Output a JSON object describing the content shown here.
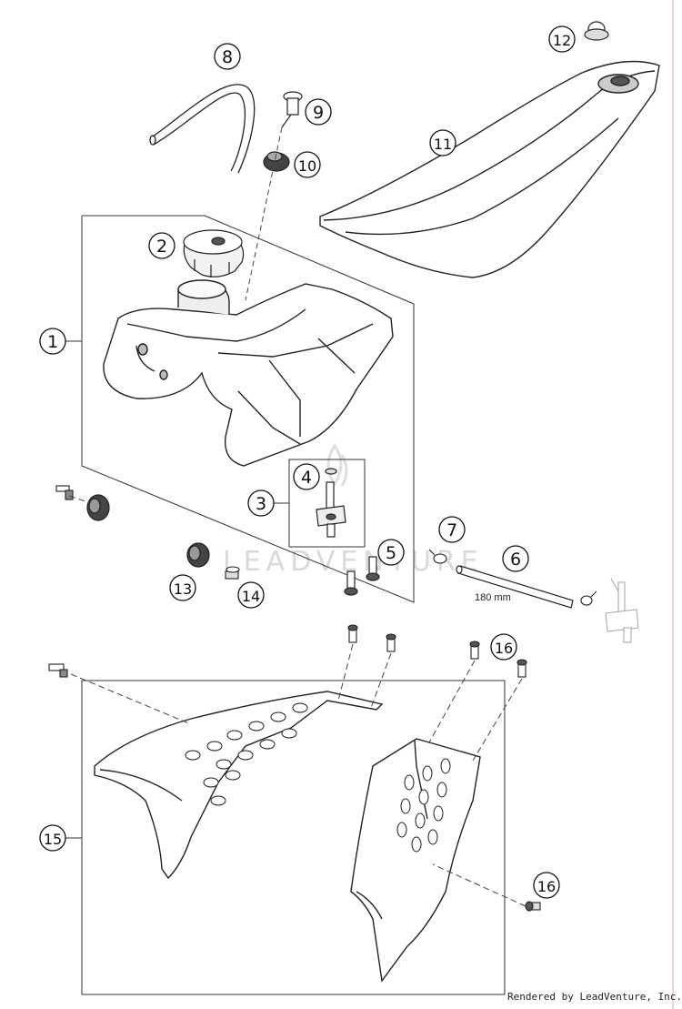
{
  "callouts": {
    "c1": "1",
    "c2": "2",
    "c3": "3",
    "c4": "4",
    "c5": "5",
    "c6": "6",
    "c7": "7",
    "c8": "8",
    "c9": "9",
    "c10": "10",
    "c11": "11",
    "c12": "12",
    "c13": "13",
    "c14": "14",
    "c15": "15",
    "c16a": "16",
    "c16b": "16"
  },
  "dimension_label": "180 mm",
  "watermark": "LEADVENTURE",
  "credit": "Rendered by LeadVenture, Inc."
}
